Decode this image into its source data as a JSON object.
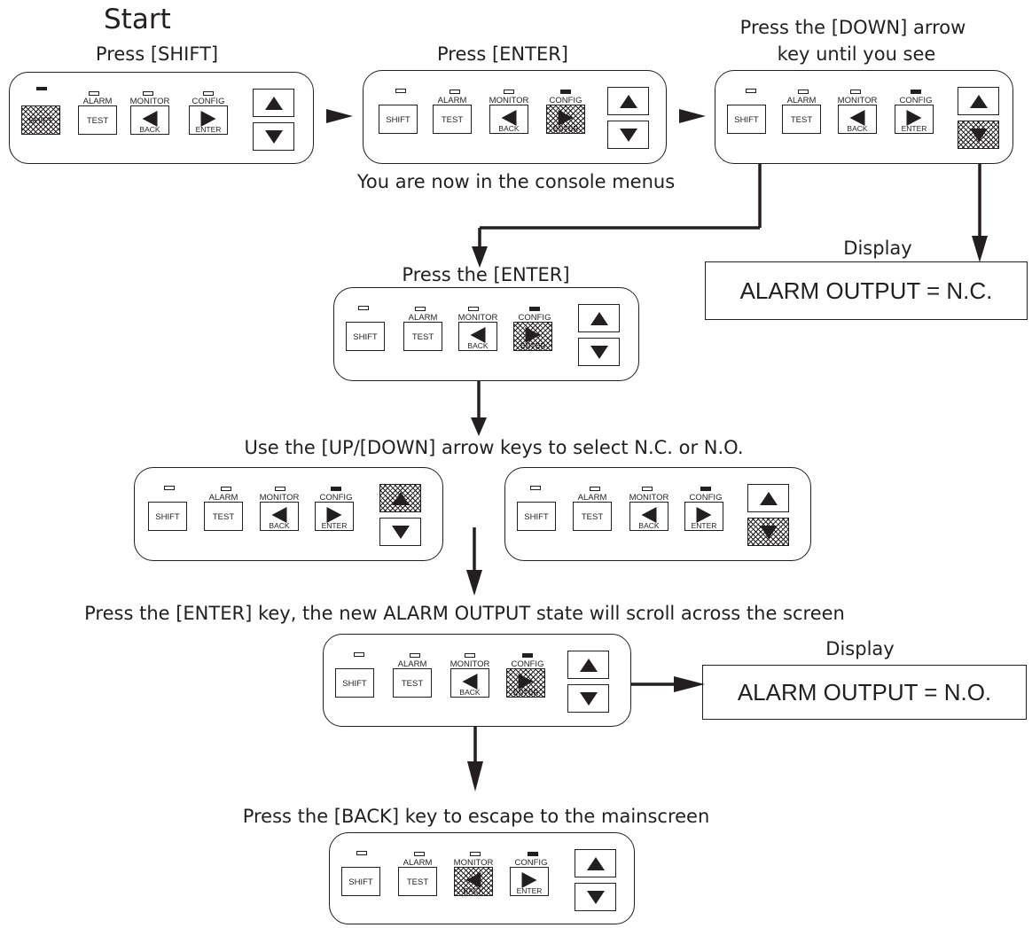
{
  "start_title": "Start",
  "captions": {
    "press_shift": "Press [SHIFT]",
    "press_enter": "Press [ENTER]",
    "press_down_1": "Press the [DOWN] arrow",
    "press_down_2": "key until you see",
    "console_menus": "You are now in the console menus",
    "display_1": "Display",
    "press_the_enter": "Press the [ENTER]",
    "use_arrows": "Use the [UP/[DOWN] arrow keys to select N.C. or N.O.",
    "press_enter_key": "Press the [ENTER] key, the new ALARM OUTPUT state will scroll across the screen",
    "display_2": "Display",
    "press_back": "Press the [BACK] key to escape to the mainscreen"
  },
  "displays": {
    "nc": "ALARM OUTPUT = N.C.",
    "no": "ALARM OUTPUT = N.O."
  },
  "keypad": {
    "shift": "SHIFT",
    "alarm": "ALARM",
    "test": "TEST",
    "monitor": "MONITOR",
    "back": "BACK",
    "config": "CONFIG",
    "enter": "ENTER"
  },
  "colors": {
    "ink": "#231f20",
    "background": "#ffffff"
  }
}
